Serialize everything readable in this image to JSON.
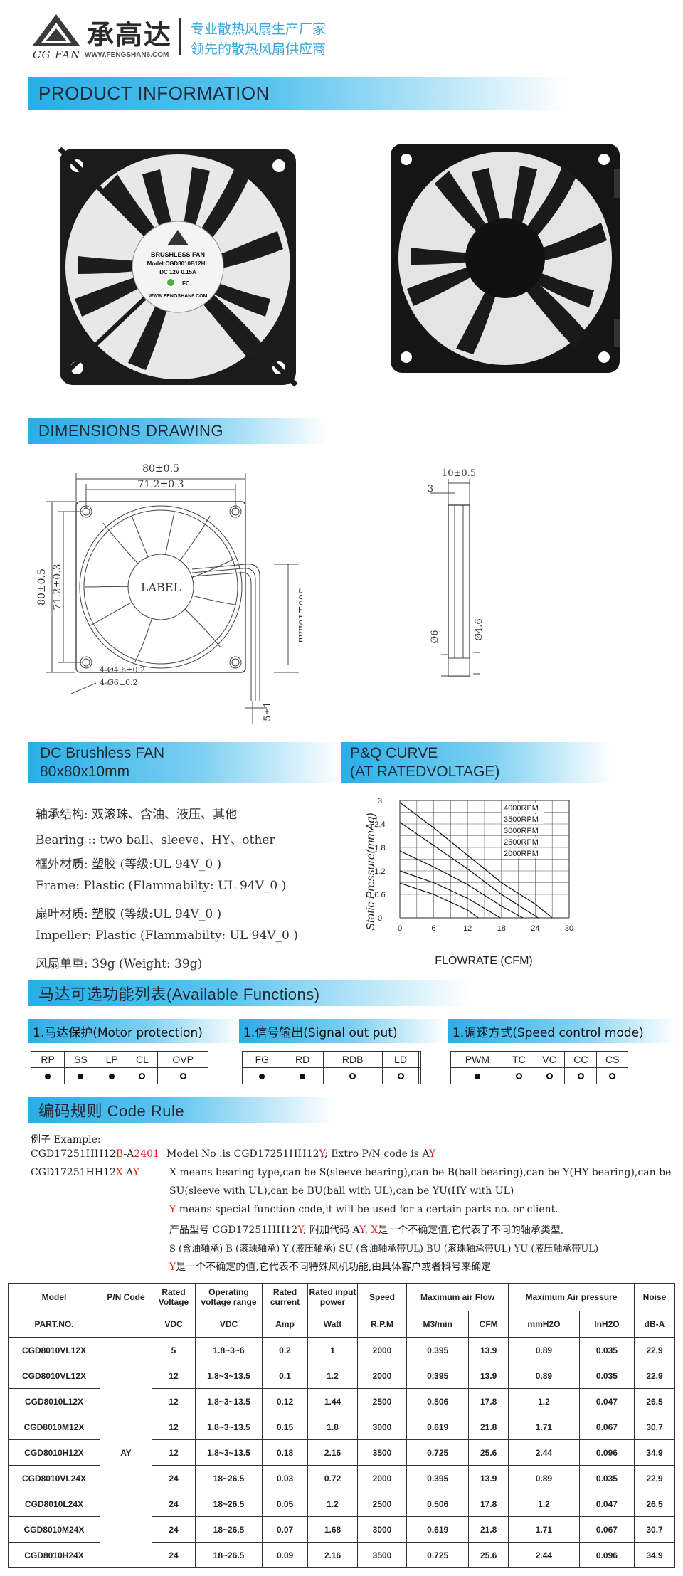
{
  "header": {
    "brand_cn": "承高达",
    "brand_en": "CG FAN",
    "url": "WWW.FENGSHAN6.COM",
    "slogan_1": "专业散热风扇生产厂家",
    "slogan_2": "领先的散热风扇供应商"
  },
  "sections": {
    "product_info": "PRODUCT INFORMATION",
    "dimensions": "DIMENSIONS DRAWING",
    "dc_fan": "DC Brushless FAN",
    "dc_fan_size": "80x80x10mm",
    "pq_curve": "P&Q CURVE",
    "pq_sub": "(AT RATEDVOLTAGE)",
    "functions": "马达可选功能列表(Available Functions)",
    "code_rule": "编码规则 Code Rule"
  },
  "fan_label": {
    "l1": "BRUSHLESS FAN",
    "l2": "Model:CGD8010B12HL",
    "l3": "DC 12V  0.15A",
    "l4": "WWW.FENGSHAN6.COM"
  },
  "drawing": {
    "w_outer": "80±0.5",
    "w_inner": "71.2±0.3",
    "h_outer": "80±0.5",
    "h_inner": "71.2±0.3",
    "label": "LABEL",
    "lead": "300±10mm",
    "hole1": "4-Ø4.6±0.2",
    "hole2": "4-Ø6±0.2",
    "lead_end": "5±1",
    "side_w": "10±0.5",
    "side_3": "3",
    "side_d6": "Ø6",
    "side_d46": "Ø4.6"
  },
  "specs": [
    "轴承结构: 双滚珠、含油、液压、其他",
    "Bearing :: two  ball、sleeve、HY、other",
    "框外材质: 塑胶 (等级:UL 94V_0 )",
    "Frame: Plastic (Flammabilty: UL 94V_0 )",
    "扇叶材质: 塑胶 (等级:UL 94V_0 )",
    "Impeller: Plastic  (Flammabilty: UL 94V_0 )",
    "风扇单重: 39g  (Weight: 39g)"
  ],
  "chart_data": {
    "type": "line",
    "xlabel": "FLOWRATE (CFM)",
    "ylabel": "Static  Pressure(mmAq)",
    "x_ticks": [
      "0",
      "6",
      "12",
      "18",
      "24",
      "30"
    ],
    "y_ticks": [
      "0",
      "0.6",
      "1.2",
      "1.8",
      "2.4",
      "3"
    ],
    "xlim": [
      0,
      30
    ],
    "ylim": [
      0,
      3
    ],
    "grid": true,
    "series": [
      {
        "name": "4000RPM",
        "x": [
          0,
          6,
          12,
          18,
          24,
          27
        ],
        "y": [
          2.95,
          2.3,
          1.6,
          0.9,
          0.35,
          0
        ]
      },
      {
        "name": "3500RPM",
        "x": [
          0,
          6,
          12,
          18,
          24.5
        ],
        "y": [
          2.44,
          1.85,
          1.25,
          0.6,
          0
        ]
      },
      {
        "name": "3000RPM",
        "x": [
          0,
          6,
          12,
          18,
          21.8
        ],
        "y": [
          1.71,
          1.3,
          0.85,
          0.3,
          0
        ]
      },
      {
        "name": "2500RPM",
        "x": [
          0,
          6,
          12,
          17.8
        ],
        "y": [
          1.2,
          0.9,
          0.5,
          0
        ]
      },
      {
        "name": "2000RPM",
        "x": [
          0,
          6,
          12,
          13.9
        ],
        "y": [
          0.89,
          0.6,
          0.2,
          0
        ]
      }
    ]
  },
  "functions": {
    "motor": {
      "title": "1.马达保护(Motor  protection)",
      "headers": [
        "RP",
        "SS",
        "LP",
        "CL",
        "OVP"
      ],
      "marks": [
        "dot",
        "dot",
        "dot",
        "ring",
        "ring"
      ]
    },
    "signal": {
      "title": "1.信号输出(Signal  out  put)",
      "headers": [
        "FG",
        "RD",
        "RDB",
        "LD",
        ""
      ],
      "marks": [
        "dot",
        "dot",
        "ring",
        "ring",
        ""
      ]
    },
    "speed": {
      "title": "1.调速方式(Speed  control mode)",
      "headers": [
        "PWM",
        "TC",
        "VC",
        "CC",
        "CS"
      ],
      "marks": [
        "dot",
        "ring",
        "ring",
        "ring",
        "ring"
      ]
    }
  },
  "code_rule": {
    "example_label": "例子 Example:",
    "ex1_a": "CGD17251HH12",
    "ex1_b": "B",
    "ex1_c": "-A",
    "ex1_d": "2401",
    "ex1_desc_a": "Model No .is CGD17251HH12",
    "ex1_desc_b": "Y",
    "ex1_desc_c": "; Extro P/N code is A",
    "ex1_desc_d": "Y",
    "ex2_a": "CGD17251HH12",
    "ex2_b": "X",
    "ex2_c": "-A",
    "ex2_d": "Y",
    "line_x1": "X means bearing type,can be S(sleeve bearing),can be B(ball bearing),can be Y(HY bearing),can be",
    "line_x2": "SU(sleeve with UL),can be BU(ball with UL),can be YU(HY with UL)",
    "line_y_a": "Y",
    "line_y_b": " means special function code,it will be used for a certain parts no. or client.",
    "line_cn1_a": "产品型号 CGD17251HH12",
    "line_cn1_b": "Y",
    "line_cn1_c": "; 附加代码 A",
    "line_cn1_d": "Y",
    "line_cn1_e": ", ",
    "line_cn1_f": "X",
    "line_cn1_g": "是一个不确定值,它代表了不同的轴承类型,",
    "line_cn2": "S (含油轴承) B (滚珠轴承) Y (液压轴承) SU (含油轴承带UL) BU (滚珠轴承带UL) YU (液压轴承带UL)",
    "line_cn3_a": "Y",
    "line_cn3_b": "是一个不确定的值,它代表不同特殊风机功能,由具体客户或者料号来确定"
  },
  "spec_table": {
    "headers": [
      "Model",
      "P/N Code",
      "Rated Voltage",
      "Operating voltage range",
      "Rated current",
      "Rated input power",
      "Speed",
      "Maximum       air Flow",
      "Maximum            Air pressure",
      "Noise"
    ],
    "units": [
      "PART.NO.",
      "",
      "VDC",
      "VDC",
      "Amp",
      "Watt",
      "R.P.M",
      "M3/min",
      "CFM",
      "mmH2O",
      "InH2O",
      "dB-A"
    ],
    "pn_code": "AY",
    "rows": [
      [
        "CGD8010VL12X",
        "5",
        "1.8~3~6",
        "0.2",
        "1",
        "2000",
        "0.395",
        "13.9",
        "0.89",
        "0.035",
        "22.9"
      ],
      [
        "CGD8010VL12X",
        "12",
        "1.8~3~13.5",
        "0.1",
        "1.2",
        "2000",
        "0.395",
        "13.9",
        "0.89",
        "0.035",
        "22.9"
      ],
      [
        "CGD8010L12X",
        "12",
        "1.8~3~13.5",
        "0.12",
        "1.44",
        "2500",
        "0.506",
        "17.8",
        "1.2",
        "0.047",
        "26.5"
      ],
      [
        "CGD8010M12X",
        "12",
        "1.8~3~13.5",
        "0.15",
        "1.8",
        "3000",
        "0.619",
        "21.8",
        "1.71",
        "0.067",
        "30.7"
      ],
      [
        "CGD8010H12X",
        "12",
        "1.8~3~13.5",
        "0.18",
        "2.16",
        "3500",
        "0.725",
        "25.6",
        "2.44",
        "0.096",
        "34.9"
      ],
      [
        "CGD8010VL24X",
        "24",
        "18~26.5",
        "0.03",
        "0.72",
        "2000",
        "0.395",
        "13.9",
        "0.89",
        "0.035",
        "22.9"
      ],
      [
        "CGD8010L24X",
        "24",
        "18~26.5",
        "0.05",
        "1.2",
        "2500",
        "0.506",
        "17.8",
        "1.2",
        "0.047",
        "26.5"
      ],
      [
        "CGD8010M24X",
        "24",
        "18~26.5",
        "0.07",
        "1.68",
        "3000",
        "0.619",
        "21.8",
        "1.71",
        "0.067",
        "30.7"
      ],
      [
        "CGD8010H24X",
        "24",
        "18~26.5",
        "0.09",
        "2.16",
        "3500",
        "0.725",
        "25.6",
        "2.44",
        "0.096",
        "34.9"
      ]
    ]
  }
}
